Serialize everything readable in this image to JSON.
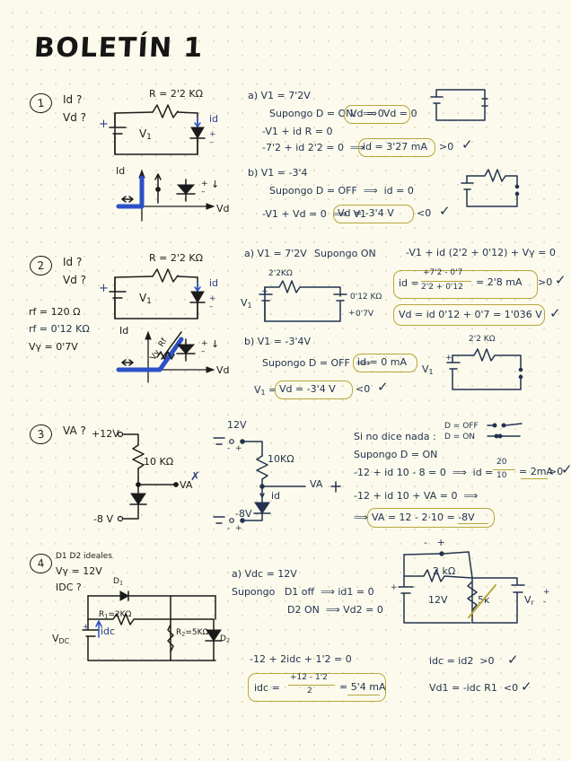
{
  "page": {
    "title": "BOLETÍN 1",
    "paper_color": "#fbfaec",
    "dot_color": "#e2dfc8",
    "ink_blue": "#23334f",
    "ink_black": "#1b1b1b",
    "highlight_color": "#b8a63c",
    "accent_blue": "#2b51c8"
  },
  "problems": [
    {
      "number": "1",
      "prompt_lines": [
        "Id ?",
        "Vd ?"
      ],
      "circuit": {
        "resistor_label": "R = 2'2 KΩ",
        "source_label": "V1",
        "current_label": "id",
        "plus": "+",
        "diode_plus": "+",
        "diode_minus": "-"
      },
      "iv_curve": {
        "y_axis": "Id",
        "x_axis": "Vd",
        "type": "ideal-diode"
      },
      "parts": [
        {
          "key": "a)",
          "given": "a) V1 = 7'2V",
          "lines": [
            "Supongo D = ON:  ⟹  Vd = 0",
            "-V1 + id R = 0",
            "-7'2 + id 2'2 = 0  ⟹"
          ],
          "boxed": "id = 3'27 mA",
          "compare": ">0",
          "check": "✓"
        },
        {
          "key": "b)",
          "given": "b) V1 = -3'4",
          "lines": [
            "Supongo D = OFF  ⟹  id = 0",
            "-V1 + Vd = 0  ⟹  V1"
          ],
          "boxed": "Vd = -3'4 V",
          "compare": "<0",
          "check": "✓"
        }
      ]
    },
    {
      "number": "2",
      "prompt_lines": [
        "Id ?",
        "Vd ?"
      ],
      "params": [
        "rf = 120 Ω",
        "rf = 0'12 KΩ",
        "Vγ = 0'7V"
      ],
      "circuit": {
        "resistor_label": "R = 2'2 KΩ",
        "source_label": "V1",
        "current_label": "id"
      },
      "iv_curve": {
        "y_axis": "Id",
        "x_axis": "Vd",
        "annot": "Vγ  Rf"
      },
      "model_circuit": {
        "r_label": "2'2KΩ",
        "rf_label": "0'12 KΩ",
        "vg_label": "0'7V",
        "source_label": "V1"
      },
      "parts": [
        {
          "key": "a)",
          "given": "a) V1 = 7'2V",
          "assume": "Supongo ON",
          "equation": "-V1 + id (2'2 + 0'12) + Vγ = 0",
          "boxed1_lhs": "id =",
          "boxed1_num": "+7'2 - 0'7",
          "boxed1_den": "2'2 + 0'12",
          "boxed1_res": "= 2'8 mA",
          "compare1": ">0",
          "check1": "✓",
          "boxed2": "Vd = id 0'12 + 0'7 = 1'036 V",
          "check2": "✓"
        },
        {
          "key": "b)",
          "given": "b) V1 = -3'4V",
          "lines": [
            "Supongo D = OFF  ⟹"
          ],
          "boxed1": "id = 0 mA",
          "lhs2": "V1 =",
          "boxed2": "Vd = -3'4 V",
          "compare": "<0",
          "check": "✓",
          "off_circuit_r": "2'2 KΩ",
          "off_circuit_src": "V1"
        }
      ]
    },
    {
      "number": "3",
      "prompt_lines": [
        "VA ?"
      ],
      "circuit": {
        "top_label": "+12V",
        "resistor_label": "10 KΩ",
        "node_label": "VA",
        "bottom_label": "-8 V"
      },
      "redraw": {
        "top_label": "12V",
        "top_signs": "-  +",
        "resistor_label": "10KΩ",
        "node_label": "VA",
        "current_label": "id",
        "bottom_label": "-8V",
        "bottom_signs": "-  +"
      },
      "notes": {
        "rule_line": "Si no dice nada :",
        "rule_off": "D = OFF",
        "rule_on": "D = ON"
      },
      "solution": {
        "assume": "Supongo D = ON",
        "eq1": "-12 + id 10 - 8 = 0  ⟹  id =",
        "frac_num": "20",
        "frac_den": "10",
        "eq1_res": "= 2mA",
        "compare": ">0",
        "check1": "✓",
        "eq2": "-12 + id 10 + VA = 0  ⟹",
        "arrow": "⟹",
        "boxed": "VA = 12 - 2·10 = -8V"
      }
    },
    {
      "number": "4",
      "prompt_lines": [
        "D1 D2 ideales",
        "Vγ = 12V",
        "IDC ?"
      ],
      "circuit": {
        "d1_label": "D1",
        "r1_label": "R1 = 2KΩ",
        "r2_label": "R2 = 5KΩ",
        "d2_label": "D2",
        "source_label": "VDC",
        "current_label": "idc",
        "plus": "+"
      },
      "solution": {
        "given": "a) Vdc = 12V",
        "assume1": "Supongo   D1 off  ⟹ id1 = 0",
        "assume2": "D2 ON  ⟹ Vd2 = 0",
        "eq": "-12 + 2idc + 1'2 = 0",
        "boxed_lhs": "idc =",
        "frac_num": "+12 - 1'2",
        "frac_den": "2",
        "boxed_res": "= 5'4 mA"
      },
      "redraw": {
        "top_signs": "-   +",
        "r_label": "2 kΩ",
        "src_label": "12V",
        "r2_label": "5k",
        "vr_label": "Vr",
        "vr_plus": "+",
        "vr_minus": "-",
        "plus": "+"
      },
      "checks": [
        {
          "text": "idc = id2  >0",
          "check": "✓"
        },
        {
          "text": "Vd1 = -idc R1  <0",
          "check": "✓"
        }
      ]
    }
  ]
}
